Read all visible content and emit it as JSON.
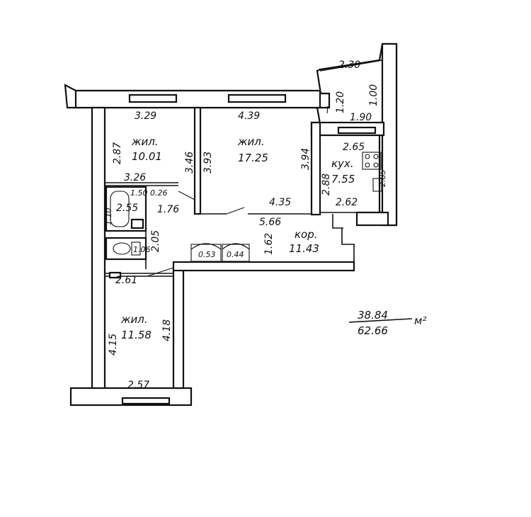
{
  "rooms": {
    "living_1": {
      "name": "жил.",
      "area": "10.01"
    },
    "living_2": {
      "name": "жил.",
      "area": "17.25"
    },
    "kitchen": {
      "name": "кух.",
      "area": "7.55"
    },
    "corridor": {
      "name": "кор.",
      "area": "11.43"
    },
    "living_3": {
      "name": "жил.",
      "area": "11.58"
    }
  },
  "dimensions": {
    "d_2_30": "2.30",
    "d_1_00": "1.00",
    "d_1_20": "1.20",
    "d_1_90": "1.90",
    "d_3_29": "3.29",
    "d_4_39": "4.39",
    "d_2_87": "2.87",
    "d_3_46": "3.46",
    "d_3_93": "3.93",
    "d_3_94": "3.94",
    "d_2_65": "2.65",
    "d_2_88": "2.88",
    "d_2_85": "2.85",
    "d_3_26": "3.26",
    "d_1_50": "1.50",
    "d_0_26": "0.26",
    "d_1_10": "1.10",
    "d_2_55": "2.55",
    "d_1_76": "1.76",
    "d_4_35": "4.35",
    "d_2_62": "2.62",
    "d_5_66": "5.66",
    "d_2_05": "2.05",
    "d_1_06": "1.06",
    "d_0_53": "0.53",
    "d_0_44": "0.44",
    "d_1_62": "1.62",
    "d_2_61": "2.61",
    "d_4_15": "4.15",
    "d_4_18": "4.18",
    "d_2_57": "2.57"
  },
  "totals": {
    "living_area": "38.84",
    "total_area": "62.66",
    "unit": "м²"
  }
}
